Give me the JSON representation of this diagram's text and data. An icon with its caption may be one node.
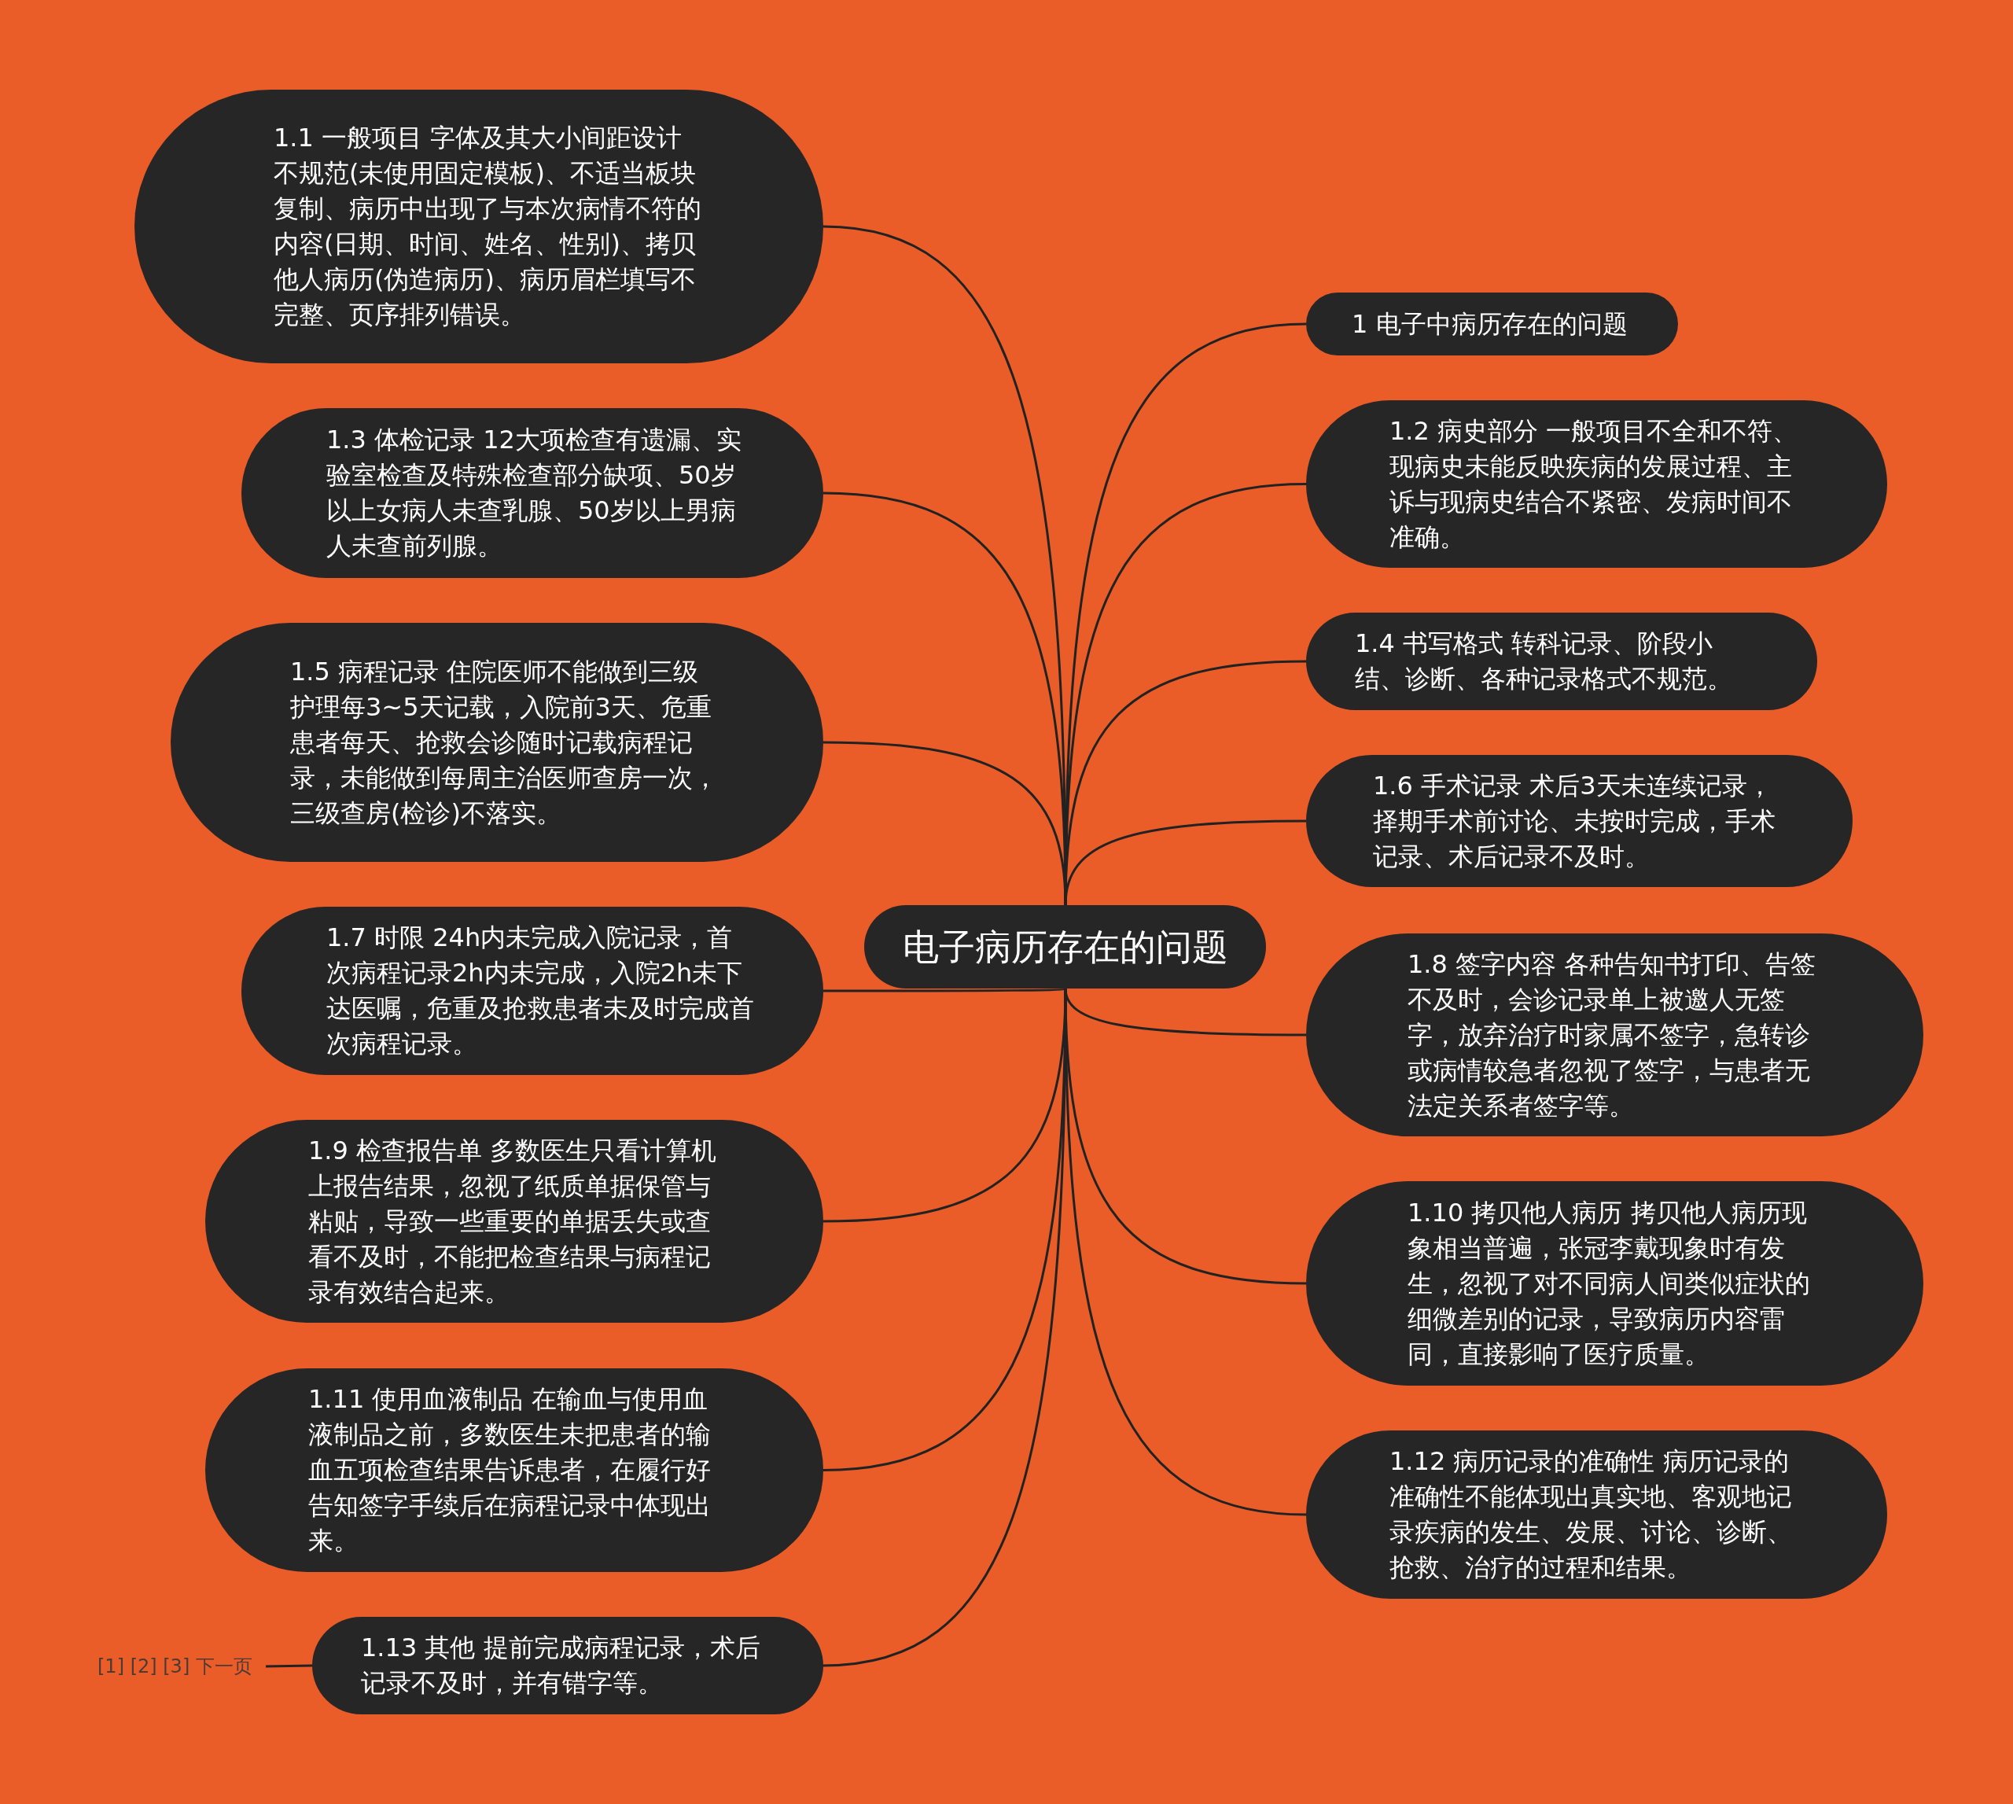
{
  "diagram": {
    "nodes": [
      {
        "text": [
          "电子病历存在的问题"
        ]
      },
      {
        "text": [
          "1 电子中病历存在的问题"
        ]
      },
      {
        "text": [
          "1.1 一般项目 字体及其大小间距设计不规范(未使用固定模板)、不适当板块复制、病历中出现了与本次病情不符的内容(日期、时间、姓名、性别)、拷贝他人病历(伪造病历)、病历眉栏填写不完整、页序排列错误。"
        ]
      },
      {
        "text": [
          "1.2 病史部分 一般项目不全和不符、现病史未能反映疾病的发展过程、主诉与现病史结合不紧密、发病时间不准确。"
        ]
      },
      {
        "text": [
          "1.3 体检记录 12大项检查有遗漏、实验室检查及特殊检查部分缺项、50岁以上女病人未查乳腺、50岁以上男病人未查前列腺。"
        ]
      },
      {
        "text": [
          "1.4 书写格式 转科记录、阶段小结、诊断、各种记录格式不规范。"
        ]
      },
      {
        "text": [
          "1.5 病程记录 住院医师不能做到三级护理每3~5天记载，入院前3天、危重患者每天、抢救会诊随时记载病程记录，未能做到每周主治医师查房一次，三级查房(检诊)不落实。"
        ]
      },
      {
        "text": [
          "1.6 手术记录 术后3天未连续记录，择期手术前讨论、未按时完成，手术记录、术后记录不及时。"
        ]
      },
      {
        "text": [
          "1.7 时限 24h内未完成入院记录，首次病程记录2h内未完成，入院2h未下达医嘱，危重及抢救患者未及时完成首次病程记录。"
        ]
      },
      {
        "text": [
          "1.8 签字内容 各种告知书打印、告签不及时，会诊记录单上被邀人无签字，放弃治疗时家属不签字，急转诊或病情较急者忽视了签字，与患者无法定关系者签字等。"
        ]
      },
      {
        "text": [
          "1.9 检查报告单 多数医生只看计算机上报告结果，忽视了纸质单据保管与粘贴，导致一些重要的单据丢失或查看不及时，不能把检查结果与病程记录有效结合起来。"
        ]
      },
      {
        "text": [
          "1.10 拷贝他人病历 拷贝他人病历现象相当普遍，张冠李戴现象时有发生，忽视了对不同病人间类似症状的细微差别的记录，导致病历内容雷同，直接影响了医疗质量。"
        ]
      },
      {
        "text": [
          "1.11 使用血液制品 在输血与使用血液制品之前，多数医生未把患者的输血五项检查结果告诉患者，在履行好告知签字手续后在病程记录中体现出来。"
        ]
      },
      {
        "text": [
          "1.12 病历记录的准确性 病历记录的准确性不能体现出真实地、客观地记录疾病的发生、发展、讨论、诊断、抢救、治疗的过程和结果。"
        ]
      },
      {
        "text": [
          "1.13 其他 提前完成病程记录，术后记录不及时，并有错字等。"
        ]
      },
      {
        "text": [
          "[1] [2] [3] 下一页"
        ]
      }
    ],
    "edges": [
      {
        "from": 0,
        "to": 1,
        "arrow": "none"
      },
      {
        "from": 0,
        "to": 2,
        "arrow": "none"
      },
      {
        "from": 0,
        "to": 3,
        "arrow": "none"
      },
      {
        "from": 0,
        "to": 4,
        "arrow": "none"
      },
      {
        "from": 0,
        "to": 5,
        "arrow": "none"
      },
      {
        "from": 0,
        "to": 6,
        "arrow": "none"
      },
      {
        "from": 0,
        "to": 7,
        "arrow": "none"
      },
      {
        "from": 0,
        "to": 8,
        "arrow": "none"
      },
      {
        "from": 0,
        "to": 9,
        "arrow": "none"
      },
      {
        "from": 0,
        "to": 10,
        "arrow": "none"
      },
      {
        "from": 0,
        "to": 11,
        "arrow": "none"
      },
      {
        "from": 0,
        "to": 12,
        "arrow": "none"
      },
      {
        "from": 0,
        "to": 13,
        "arrow": "none"
      },
      {
        "from": 0,
        "to": 14,
        "arrow": "none"
      },
      {
        "from": 15,
        "to": 14,
        "arrow": "none"
      }
    ]
  }
}
